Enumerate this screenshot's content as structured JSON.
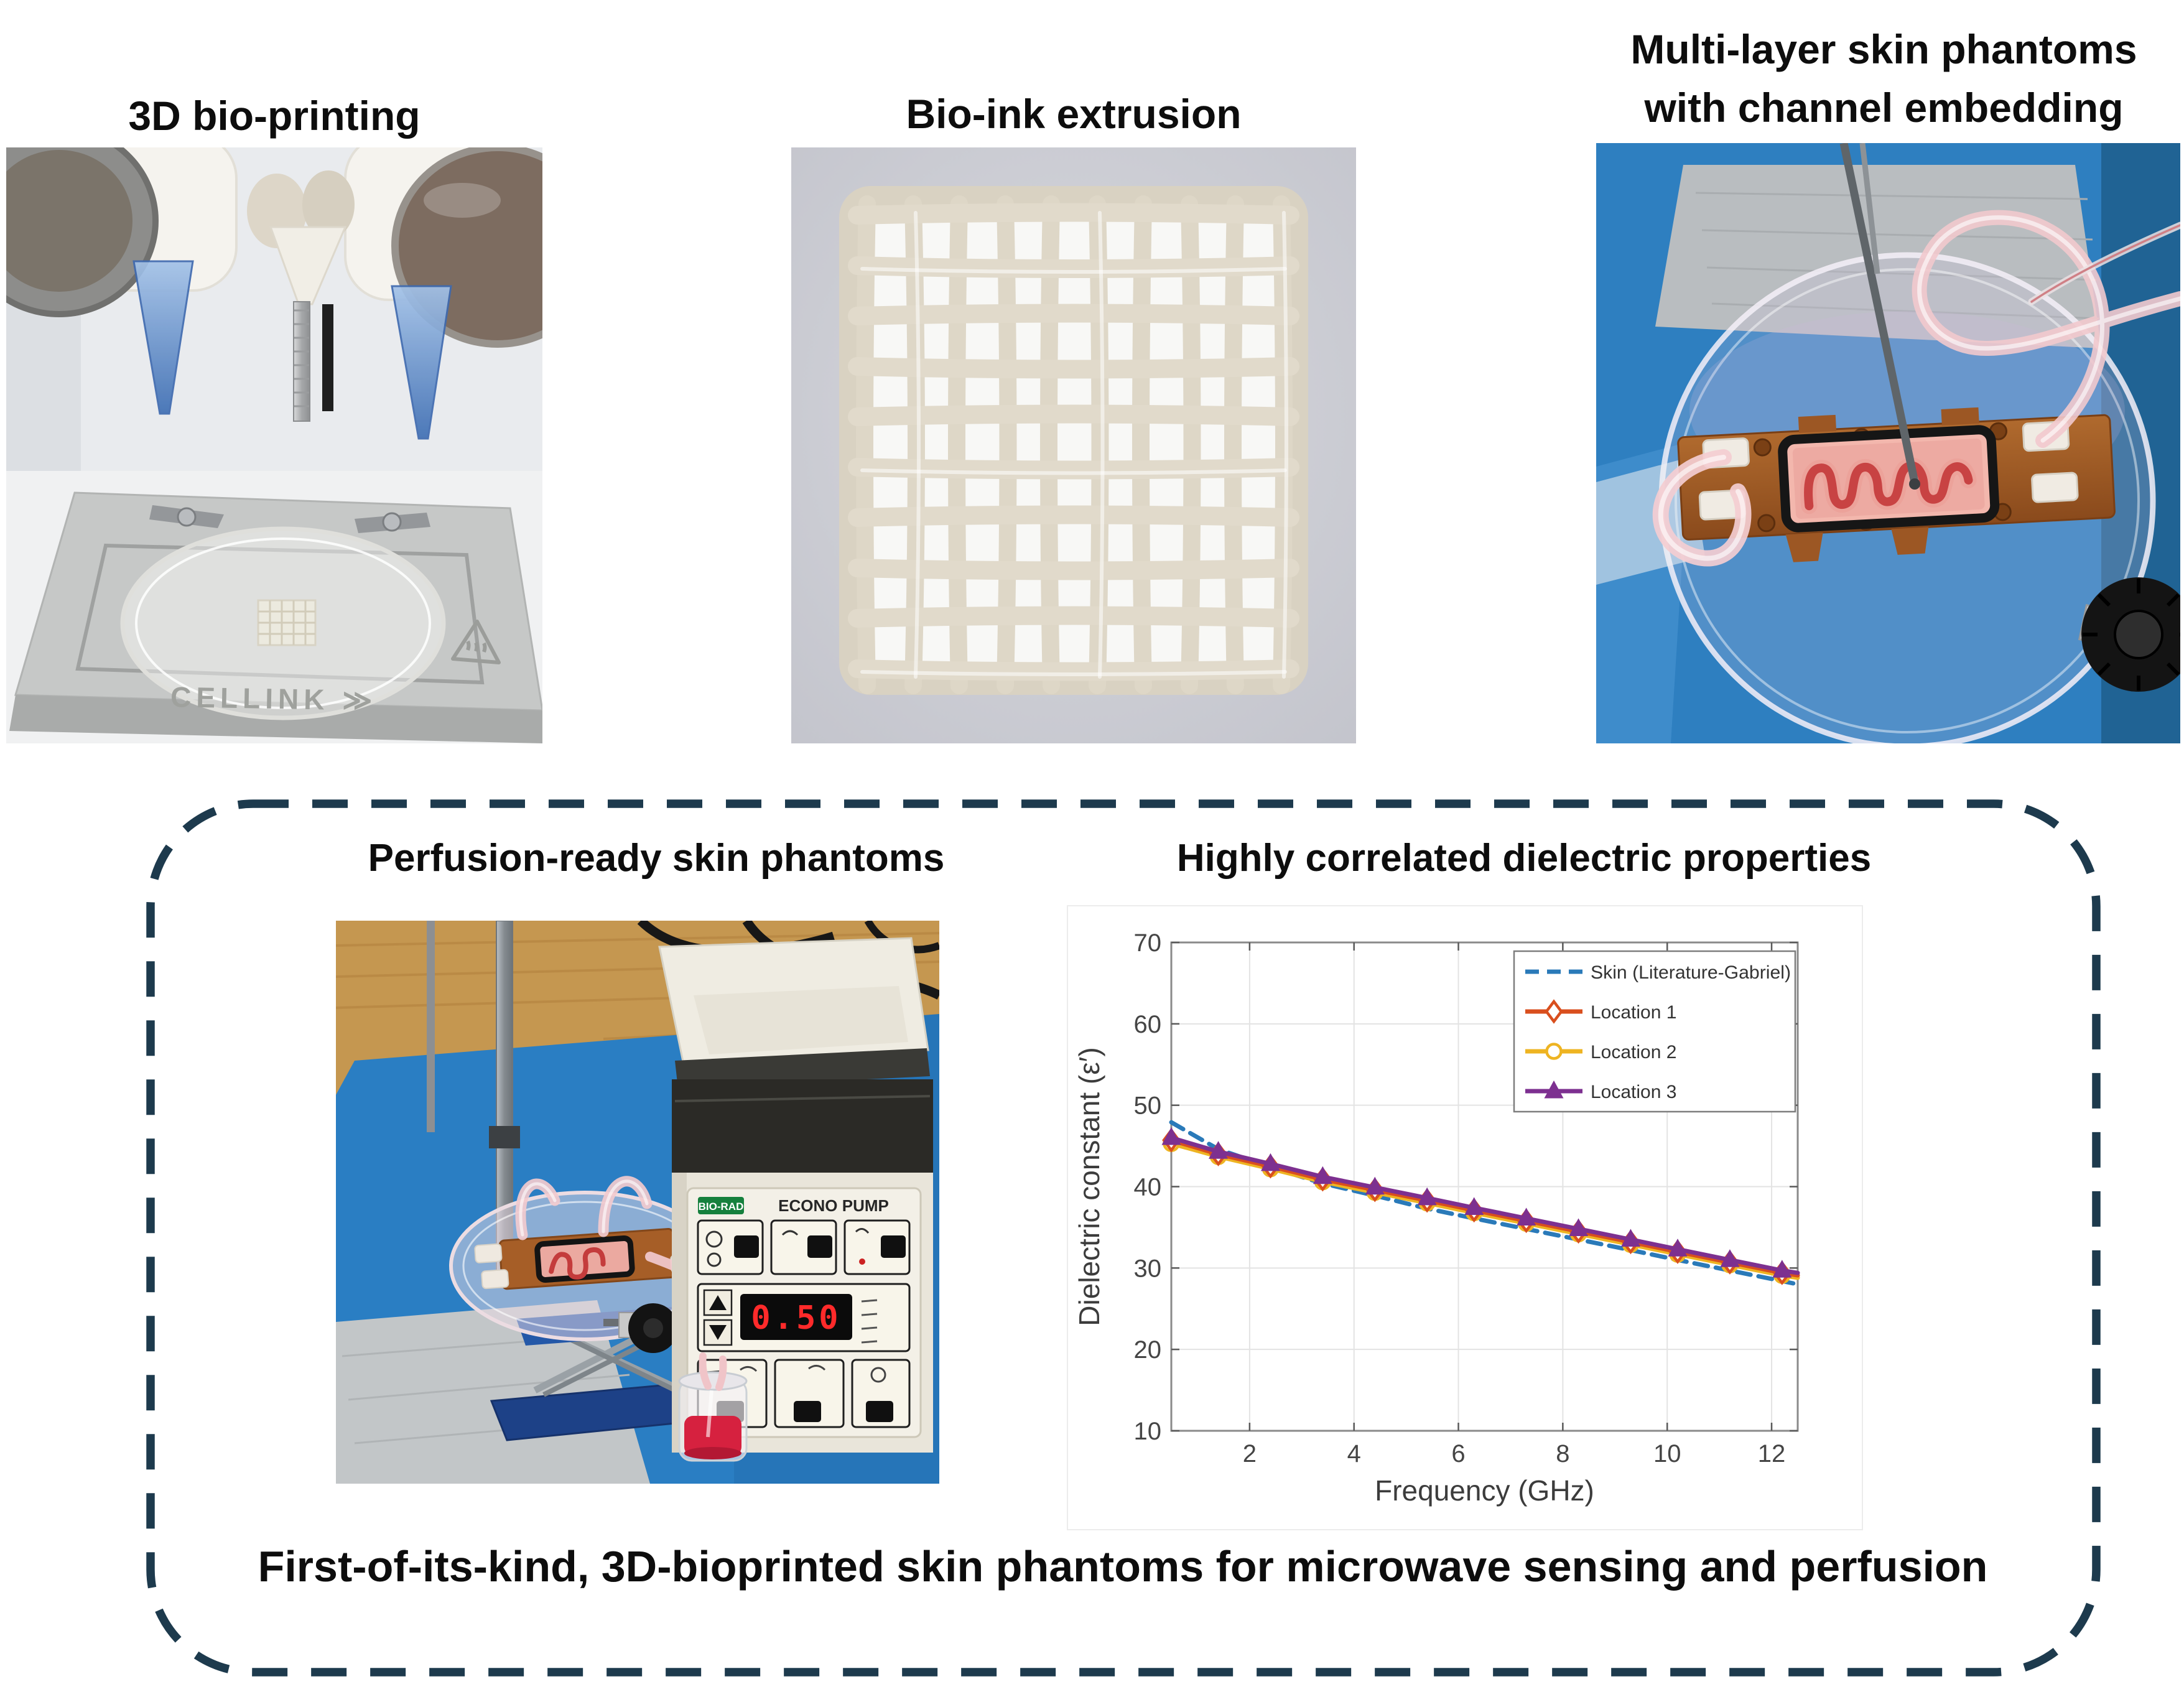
{
  "page": {
    "background": "#ffffff",
    "dash_border_color": "#1d3a4d"
  },
  "top_labels": {
    "bioprinting": "3D bio-printing",
    "extrusion": "Bio-ink extrusion",
    "multilayer_line1": "Multi-layer skin phantoms",
    "multilayer_line2": "with channel embedding"
  },
  "panel": {
    "left_title": "Perfusion-ready skin phantoms",
    "right_title": "Highly correlated dielectric properties",
    "caption": "First-of-its-kind, 3D-bioprinted skin phantoms for microwave sensing and perfusion"
  },
  "photo_annotations": {
    "printer_brand": "CELLINK ≫",
    "pump_brand": "BIO-RAD",
    "pump_model": "ECONO PUMP",
    "pump_display": "0.50"
  },
  "chart_data": {
    "type": "line",
    "title": "",
    "xlabel": "Frequency (GHz)",
    "ylabel": "Dielectric constant (ε′)",
    "xlim": [
      0.5,
      12.5
    ],
    "ylim": [
      10,
      70
    ],
    "xticks": [
      2,
      4,
      6,
      8,
      10,
      12
    ],
    "yticks": [
      10,
      20,
      30,
      40,
      50,
      60,
      70
    ],
    "grid": true,
    "legend_position": "top-right",
    "marker_points": 13,
    "x": [
      0.5,
      1.4,
      2.4,
      3.4,
      4.4,
      5.4,
      6.3,
      7.3,
      8.3,
      9.3,
      10.2,
      11.2,
      12.2,
      12.5
    ],
    "series": [
      {
        "name": "Skin (Literature-Gabriel)",
        "color": "#2a7ab9",
        "style": "dashed",
        "marker": "none",
        "values": [
          47.9,
          44.6,
          42.4,
          40.4,
          38.9,
          37.3,
          36.1,
          34.8,
          33.5,
          32.2,
          31.0,
          29.7,
          28.4,
          28.0
        ]
      },
      {
        "name": "Location 1",
        "color": "#d94f1e",
        "style": "solid",
        "marker": "diamond",
        "values": [
          45.7,
          44.0,
          42.5,
          40.9,
          39.6,
          38.3,
          37.1,
          35.8,
          34.5,
          33.2,
          32.0,
          30.7,
          29.4,
          29.1
        ]
      },
      {
        "name": "Location 2",
        "color": "#eeb422",
        "style": "solid",
        "marker": "circle",
        "values": [
          45.3,
          43.7,
          42.2,
          40.6,
          39.3,
          38.0,
          36.8,
          35.5,
          34.2,
          32.9,
          31.7,
          30.4,
          29.1,
          28.8
        ]
      },
      {
        "name": "Location 3",
        "color": "#7d3090",
        "style": "solid",
        "marker": "triangle",
        "values": [
          46.0,
          44.3,
          42.8,
          41.2,
          39.9,
          38.6,
          37.4,
          36.1,
          34.8,
          33.5,
          32.3,
          31.0,
          29.7,
          29.4
        ]
      }
    ]
  }
}
